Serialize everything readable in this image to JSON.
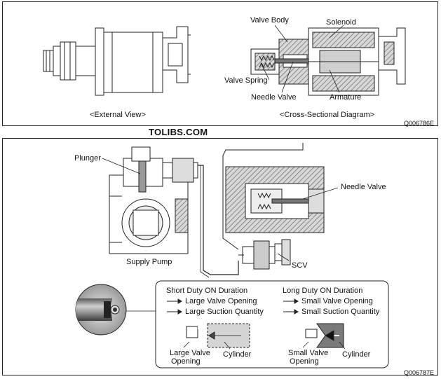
{
  "top_panel": {
    "captions": {
      "external_view": "<External View>",
      "cross_section": "<Cross-Sectional Diagram>"
    },
    "labels": {
      "valve_body": "Valve Body",
      "solenoid": "Solenoid",
      "valve_spring": "Valve Spring",
      "needle_valve": "Needle Valve",
      "armature": "Armature"
    },
    "figure_code": "Q006786E"
  },
  "watermark": "TOLIBS.COM",
  "bottom_panel": {
    "labels": {
      "plunger": "Plunger",
      "supply_pump": "Supply Pump",
      "needle_valve": "Needle Valve",
      "scv": "SCV"
    },
    "short_duty": {
      "title": "Short Duty ON Duration",
      "bullets": [
        "Large Valve Opening",
        "Large Suction Quantity"
      ],
      "opening_label": [
        "Large Valve",
        "Opening"
      ],
      "cylinder_label": "Cylinder"
    },
    "long_duty": {
      "title": "Long Duty ON Duration",
      "bullets": [
        "Small Valve Opening",
        "Small Suction Quantity"
      ],
      "opening_label": [
        "Small Valve",
        "Opening"
      ],
      "cylinder_label": "Cylinder"
    },
    "figure_code": "Q006787E"
  },
  "colors": {
    "line": "#222222",
    "hatch": "#888888",
    "fill_gray": "#bdbdbd",
    "dark_gray": "#555555"
  }
}
